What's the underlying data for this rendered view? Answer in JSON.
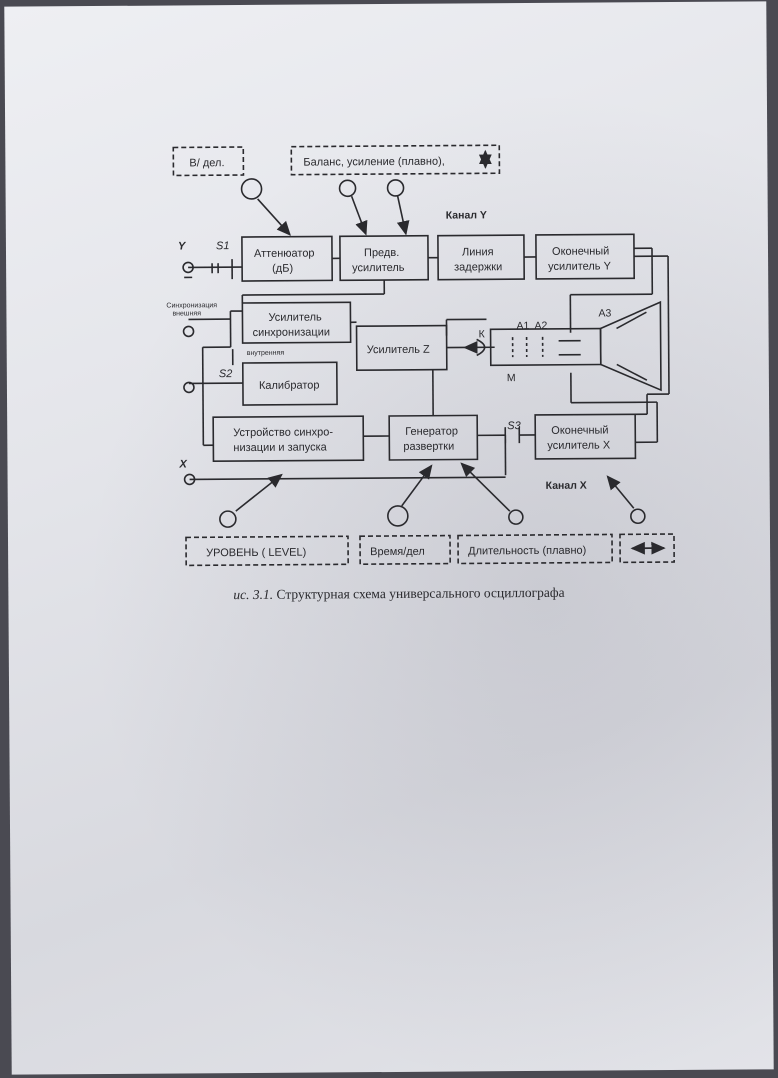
{
  "controls": {
    "volts_div": "В/ дел.",
    "balance_gain": "Баланс, усиление (плавно),",
    "level": "УРОВЕНЬ ( LEVEL)",
    "time_div": "Время/дел",
    "duration": "Длительность (плавно)"
  },
  "channels": {
    "y": "Канал Y",
    "x": "Канал X"
  },
  "inputs": {
    "y": "Y",
    "x": "X",
    "s1": "S1",
    "s2": "S2",
    "s3": "S3",
    "sync_external_1": "Синхронизация",
    "sync_external_2": "внешняя",
    "sync_internal": "внутренняя"
  },
  "blocks": {
    "attenuator_1": "Аттенюатор",
    "attenuator_2": "(дБ)",
    "preamp_1": "Предв.",
    "preamp_2": "усилитель",
    "delay_1": "Линия",
    "delay_2": "задержки",
    "final_y_1": "Оконечный",
    "final_y_2": "усилитель Y",
    "sync_amp_1": "Усилитель",
    "sync_amp_2": "синхронизации",
    "amp_z": "Усилитель Z",
    "calibrator": "Калибратор",
    "sync_trigger_1": "Устройство синхро-",
    "sync_trigger_2": "низации и запуска",
    "sweep_gen_1": "Генератор",
    "sweep_gen_2": "развертки",
    "final_x_1": "Оконечный",
    "final_x_2": "усилитель X"
  },
  "crt": {
    "k": "К",
    "a1": "А1",
    "a2": "А2",
    "a3": "А3",
    "m": "М"
  },
  "caption": {
    "number": "ис. 3.1.",
    "text": "Структурная схема универсального осциллографа"
  }
}
